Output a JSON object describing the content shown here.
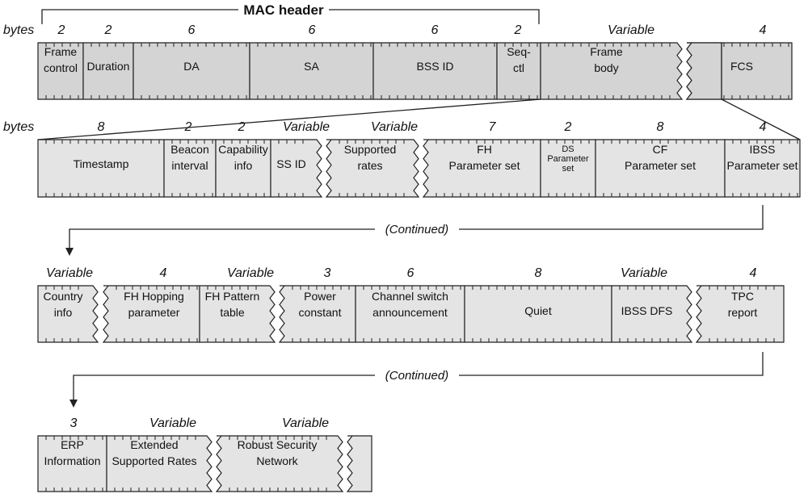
{
  "mac_header_label": "MAC header",
  "bytes_label": "bytes",
  "continued_label": "(Continued)",
  "rows": [
    {
      "fields": [
        {
          "lines": [
            "Frame",
            "control"
          ],
          "size": "2"
        },
        {
          "lines": [
            "Duration"
          ],
          "size": "2"
        },
        {
          "lines": [
            "DA"
          ],
          "size": "6"
        },
        {
          "lines": [
            "SA"
          ],
          "size": "6"
        },
        {
          "lines": [
            "BSS ID"
          ],
          "size": "6"
        },
        {
          "lines": [
            "Seq-",
            "ctl"
          ],
          "size": "2"
        },
        {
          "lines": [
            "Frame",
            "body"
          ],
          "size": "Variable"
        },
        {
          "lines": [
            "FCS"
          ],
          "size": "4"
        }
      ]
    },
    {
      "fields": [
        {
          "lines": [
            "Timestamp"
          ],
          "size": "8"
        },
        {
          "lines": [
            "Beacon",
            "interval"
          ],
          "size": "2"
        },
        {
          "lines": [
            "Capability",
            "info"
          ],
          "size": "2"
        },
        {
          "lines": [
            "SS ID"
          ],
          "size": "Variable"
        },
        {
          "lines": [
            "Supported",
            "rates"
          ],
          "size": "Variable"
        },
        {
          "lines": [
            "FH",
            "Parameter set"
          ],
          "size": "7"
        },
        {
          "lines": [
            "DS",
            "Parameter",
            "set"
          ],
          "size": "2"
        },
        {
          "lines": [
            "CF",
            "Parameter set"
          ],
          "size": "8"
        },
        {
          "lines": [
            "IBSS",
            "Parameter set"
          ],
          "size": "4"
        }
      ]
    },
    {
      "fields": [
        {
          "lines": [
            "Country",
            "info"
          ],
          "size": "Variable"
        },
        {
          "lines": [
            "FH Hopping",
            "parameter"
          ],
          "size": "4"
        },
        {
          "lines": [
            "FH Pattern",
            "table"
          ],
          "size": "Variable"
        },
        {
          "lines": [
            "Power",
            "constant"
          ],
          "size": "3"
        },
        {
          "lines": [
            "Channel switch",
            "announcement"
          ],
          "size": "6"
        },
        {
          "lines": [
            "Quiet"
          ],
          "size": "8"
        },
        {
          "lines": [
            "IBSS DFS"
          ],
          "size": "Variable"
        },
        {
          "lines": [
            "TPC",
            "report"
          ],
          "size": "4"
        }
      ]
    },
    {
      "fields": [
        {
          "lines": [
            "ERP",
            "Information"
          ],
          "size": "3"
        },
        {
          "lines": [
            "Extended",
            "Supported Rates"
          ],
          "size": "Variable"
        },
        {
          "lines": [
            "Robust Security",
            "Network"
          ],
          "size": "Variable"
        }
      ]
    }
  ]
}
